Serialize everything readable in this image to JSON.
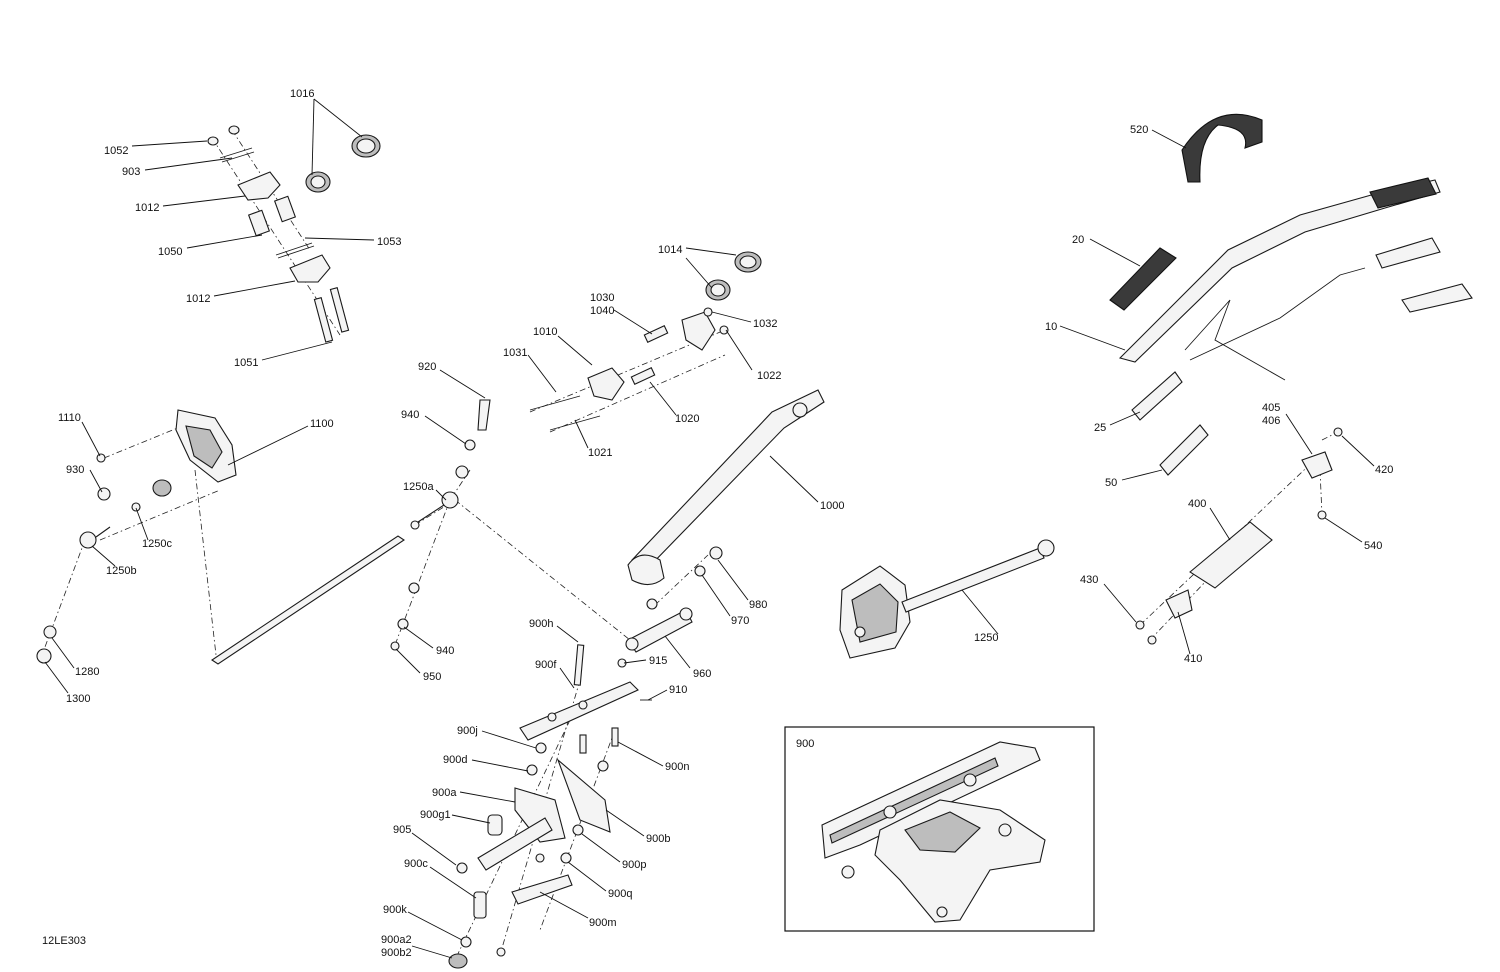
{
  "diagram": {
    "code": "12LE303",
    "labels": {
      "l1016": "1016",
      "l1052": "1052",
      "l903": "903",
      "l1012a": "1012",
      "l1050": "1050",
      "l1053": "1053",
      "l1012b": "1012",
      "l1051": "1051",
      "l1014": "1014",
      "l1030": "1030",
      "l1040": "1040",
      "l1032": "1032",
      "l1010": "1010",
      "l1031": "1031",
      "l1022": "1022",
      "l1020": "1020",
      "l1021": "1021",
      "l920": "920",
      "l940a": "940",
      "l1250a": "1250a",
      "l1110": "1110",
      "l1100": "1100",
      "l930": "930",
      "l1250c": "1250c",
      "l1250b": "1250b",
      "l1280": "1280",
      "l1300": "1300",
      "l940b": "940",
      "l950": "950",
      "l1000": "1000",
      "l980": "980",
      "l970": "970",
      "l960": "960",
      "l915": "915",
      "l910": "910",
      "l900h": "900h",
      "l900f": "900f",
      "l900j": "900j",
      "l900d": "900d",
      "l900a": "900a",
      "l900g1": "900g1",
      "l905": "905",
      "l900c": "900c",
      "l900k": "900k",
      "l900a2": "900a2",
      "l900b2": "900b2",
      "l900n": "900n",
      "l900b": "900b",
      "l900p": "900p",
      "l900q": "900q",
      "l900m": "900m",
      "l1250": "1250",
      "l520": "520",
      "l20": "20",
      "l10": "10",
      "l25": "25",
      "l50": "50",
      "l405": "405",
      "l406": "406",
      "l420": "420",
      "l400": "400",
      "l540": "540",
      "l430": "430",
      "l410": "410",
      "l900inset": "900"
    }
  }
}
